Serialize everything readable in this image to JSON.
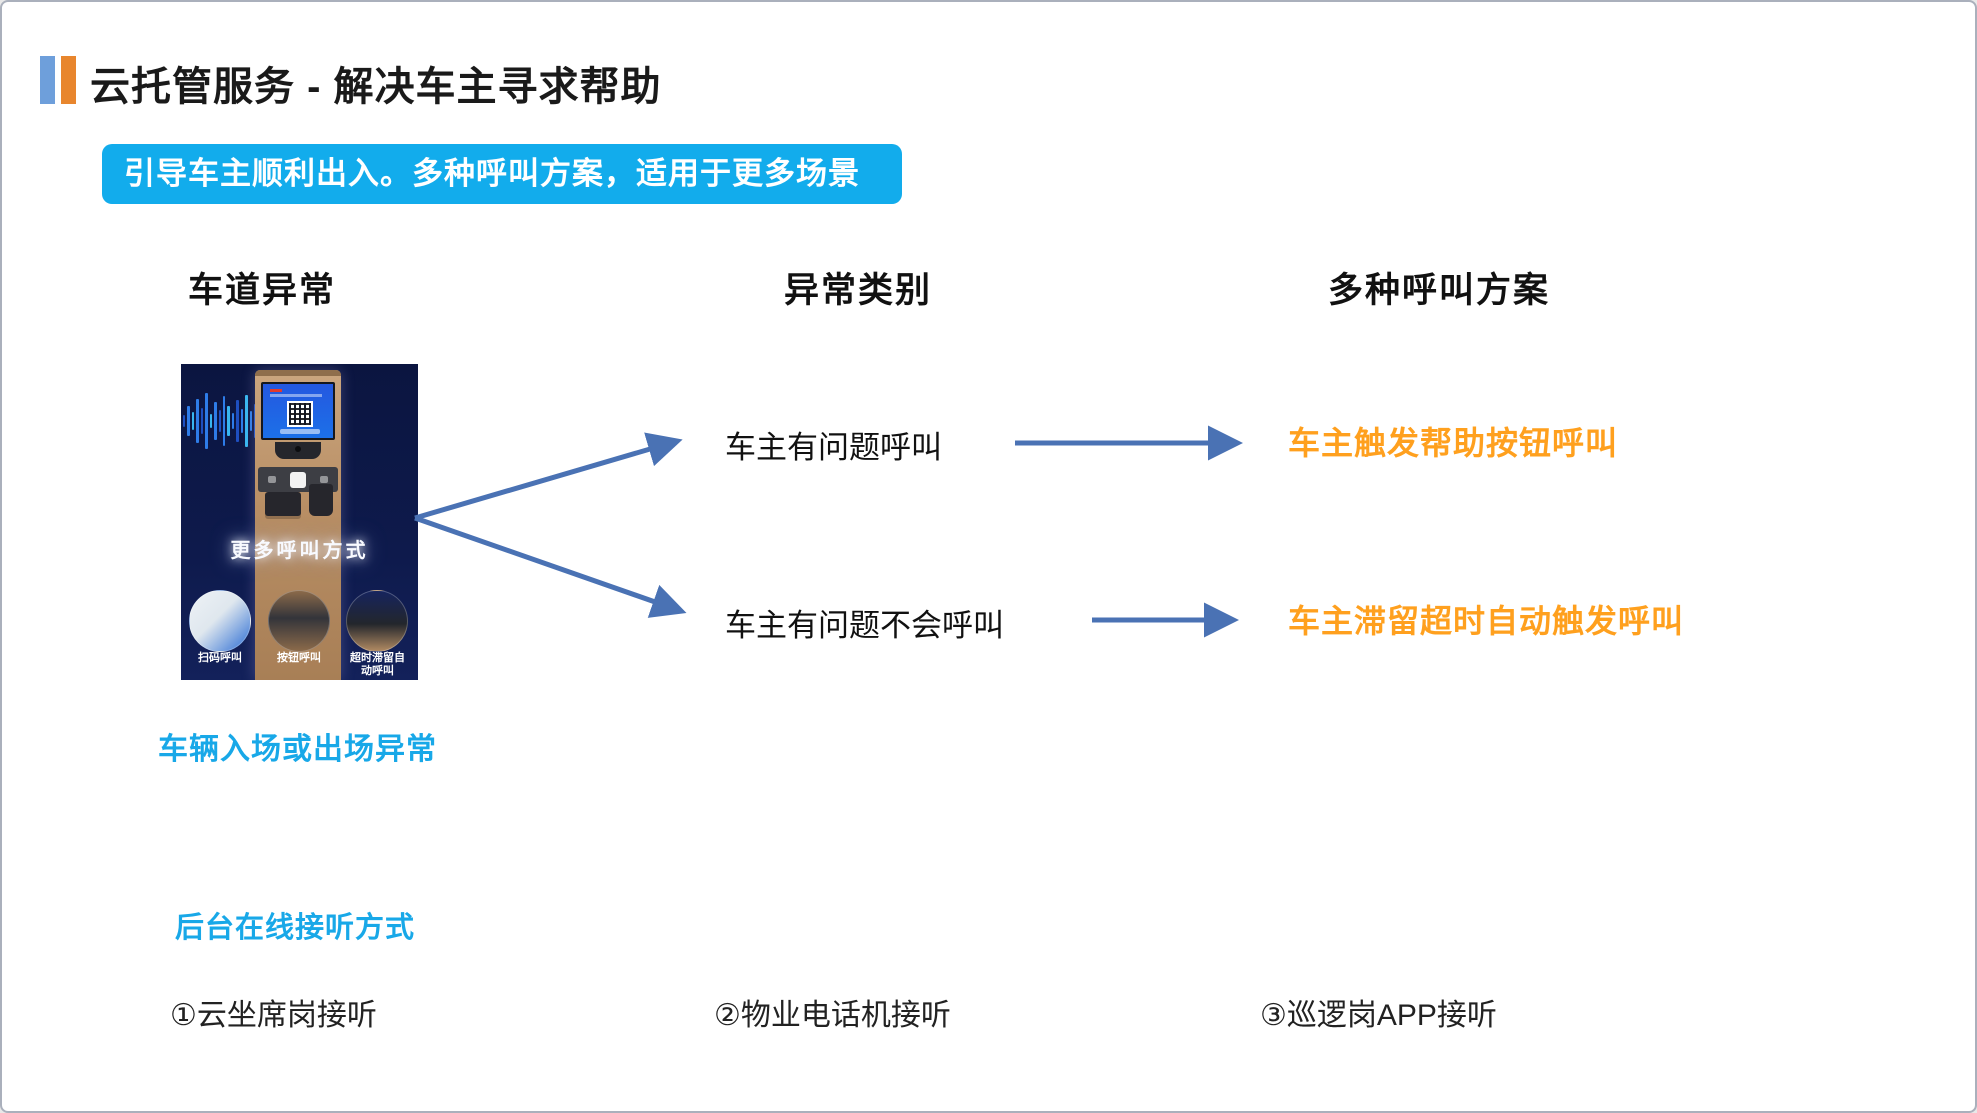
{
  "slide": {
    "title": "云托管服务 - 解决车主寻求帮助",
    "banner": "引导车主顺利出入。多种呼叫方案，适用于更多场景"
  },
  "columns": {
    "headers": [
      "车道异常",
      "异常类别",
      "多种呼叫方案"
    ]
  },
  "kiosk": {
    "overlay_title": "更多呼叫方式",
    "badges": [
      "扫码呼叫",
      "按钮呼叫",
      "超时滞留自动呼叫"
    ],
    "caption": "车辆入场或出场异常"
  },
  "branches": [
    {
      "category": "车主有问题呼叫",
      "solution": "车主触发帮助按钮呼叫"
    },
    {
      "category": "车主有问题不会呼叫",
      "solution": "车主滞留超时自动触发呼叫"
    }
  ],
  "backend": {
    "heading": "后台在线接听方式",
    "items": [
      "①云坐席岗接听",
      "②物业电话机接听",
      "③巡逻岗APP接听"
    ]
  },
  "colors": {
    "banner_blue": "#12ACEC",
    "accent_blue": "#18A8E8",
    "highlight_orange": "#FFA01E",
    "arrow_blue": "#4A72B4",
    "title_bar_blue": "#6E9FDB",
    "title_bar_orange": "#E8862E"
  }
}
